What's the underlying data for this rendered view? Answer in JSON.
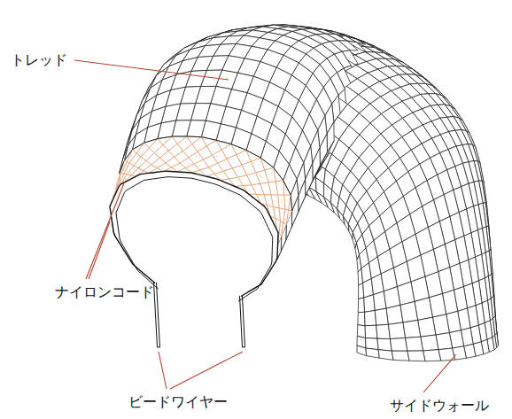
{
  "diagram": {
    "labels": [
      "トレッド",
      "ナイロンコード",
      "ビードワイヤー",
      "サイドウォール"
    ]
  }
}
